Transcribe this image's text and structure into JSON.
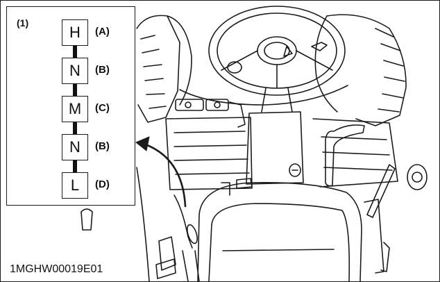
{
  "callout": "(1)",
  "gear_positions": [
    {
      "letter": "H",
      "label": "(A)"
    },
    {
      "letter": "N",
      "label": "(B)"
    },
    {
      "letter": "M",
      "label": "(C)"
    },
    {
      "letter": "N",
      "label": "(B)"
    },
    {
      "letter": "L",
      "label": "(D)"
    }
  ],
  "part_code": "1MGHW00019E01",
  "colors": {
    "line": "#1a1a1a",
    "background": "#ffffff"
  }
}
